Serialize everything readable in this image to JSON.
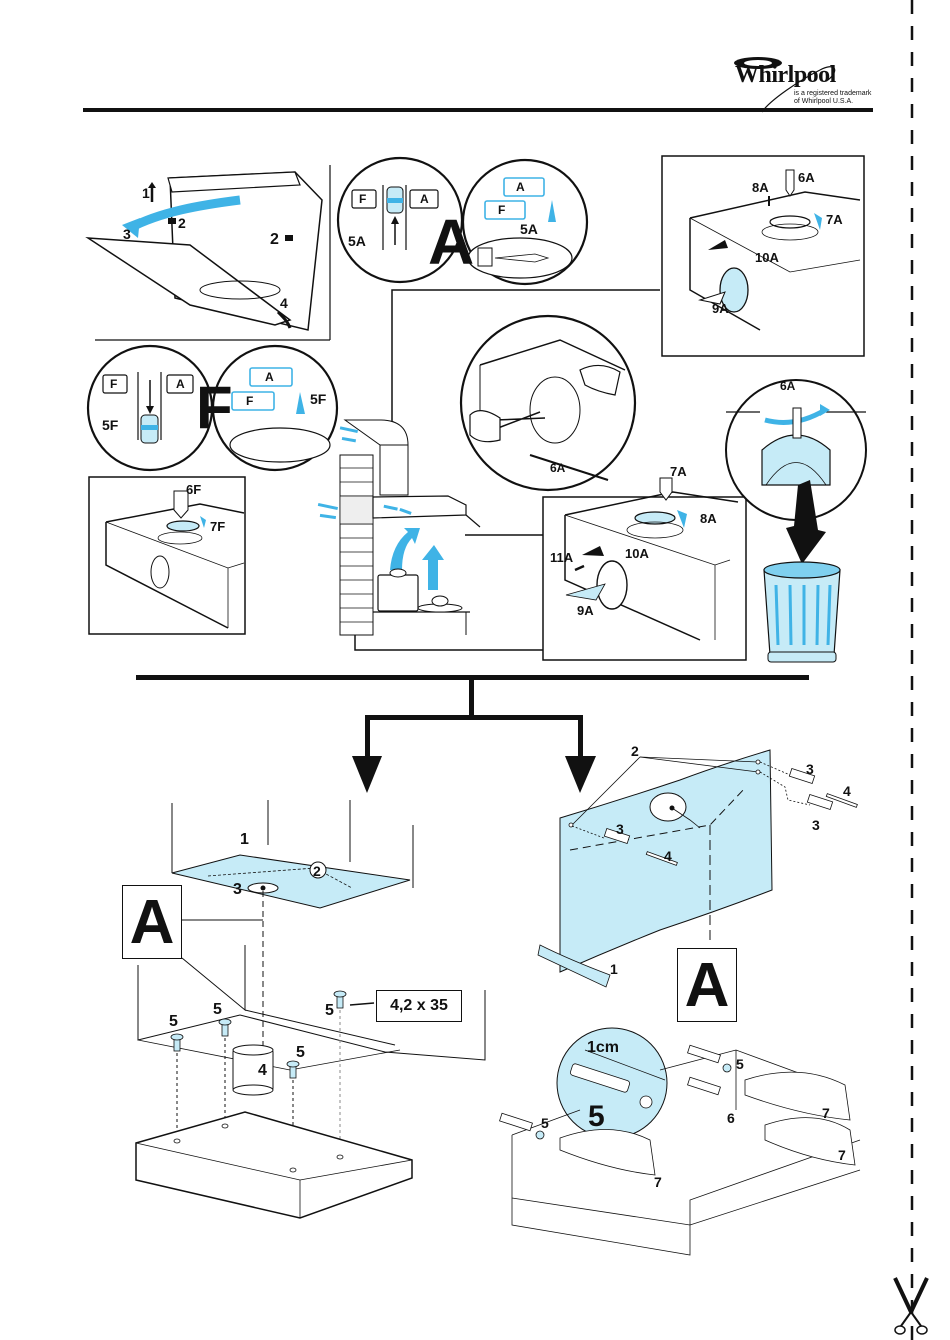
{
  "header": {
    "brand": "Whirlpool",
    "trademark_line1": "is a registered trademark",
    "trademark_line2": "of Whirlpool U.S.A."
  },
  "colors": {
    "accent_blue": "#3fb3e6",
    "light_blue": "#c6ebf7",
    "line": "#111111"
  },
  "panel_top_left": {
    "labels": [
      "1",
      "2",
      "3",
      "2",
      "4"
    ]
  },
  "circle_5A_left": {
    "tag_f": "F",
    "tag_a": "A",
    "step": "5A"
  },
  "big_letter_A": "A",
  "big_letter_F": "F",
  "circle_5A_right": {
    "tag_a": "A",
    "tag_f": "F",
    "step": "5A"
  },
  "panel_top_right": {
    "labels": [
      "8A",
      "6A",
      "7A",
      "10A",
      "9A"
    ]
  },
  "circle_5F_left": {
    "tag_f": "F",
    "tag_a": "A",
    "step": "5F"
  },
  "circle_5F_right": {
    "tag_a": "A",
    "tag_f": "F",
    "step": "5F"
  },
  "panel_6F": {
    "labels": [
      "6F",
      "7F"
    ]
  },
  "circle_cut": {
    "step": "6A"
  },
  "panel_mid_right": {
    "labels": [
      "7A",
      "8A",
      "11A",
      "10A",
      "9A"
    ]
  },
  "circle_filter": {
    "step": "6A"
  },
  "bottom_left": {
    "section_letter": "A",
    "labels": [
      "1",
      "2",
      "3",
      "4",
      "5",
      "5",
      "5",
      "5"
    ],
    "screw_spec": "4,2 x 35"
  },
  "bottom_right": {
    "section_letter": "A",
    "labels": [
      "2",
      "3",
      "4",
      "3",
      "4",
      "1"
    ],
    "detail_size": "1cm",
    "detail_step": "5",
    "install_labels": [
      "5",
      "5",
      "6",
      "7",
      "7",
      "7"
    ]
  }
}
